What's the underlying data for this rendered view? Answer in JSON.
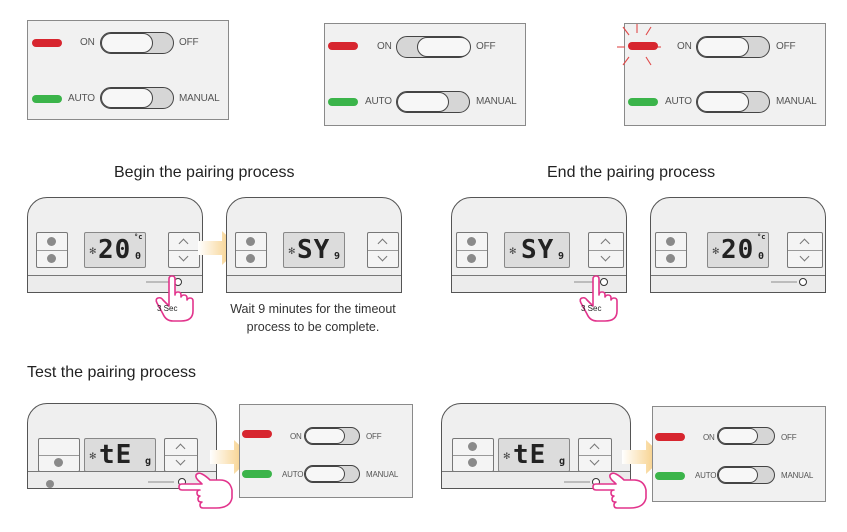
{
  "labels": {
    "on": "ON",
    "off": "OFF",
    "auto": "AUTO",
    "manual": "MANUAL"
  },
  "titles": {
    "begin": "Begin the pairing process",
    "end": "End the pairing process",
    "test": "Test the pairing process"
  },
  "caption": {
    "line1": "Wait 9 minutes for the timeout",
    "line2": "process to be complete."
  },
  "timer": "3 Sec",
  "displays": {
    "temp_main": "20",
    "temp_decimal": "0",
    "temp_unit": "°c",
    "sy_main": "SY",
    "sy_suffix": "9",
    "te_main": "tE",
    "te_suffix": "g"
  },
  "colors": {
    "led_red": "#d7262f",
    "led_green": "#3bb44a",
    "arrow": "#f5c46a",
    "hand": "#e2348c"
  },
  "icons": [
    "power-icon",
    "fan-icon",
    "chevron-up-icon",
    "chevron-down-icon",
    "pointing-hand-icon",
    "arrow-right-icon",
    "led-flash-icon"
  ]
}
